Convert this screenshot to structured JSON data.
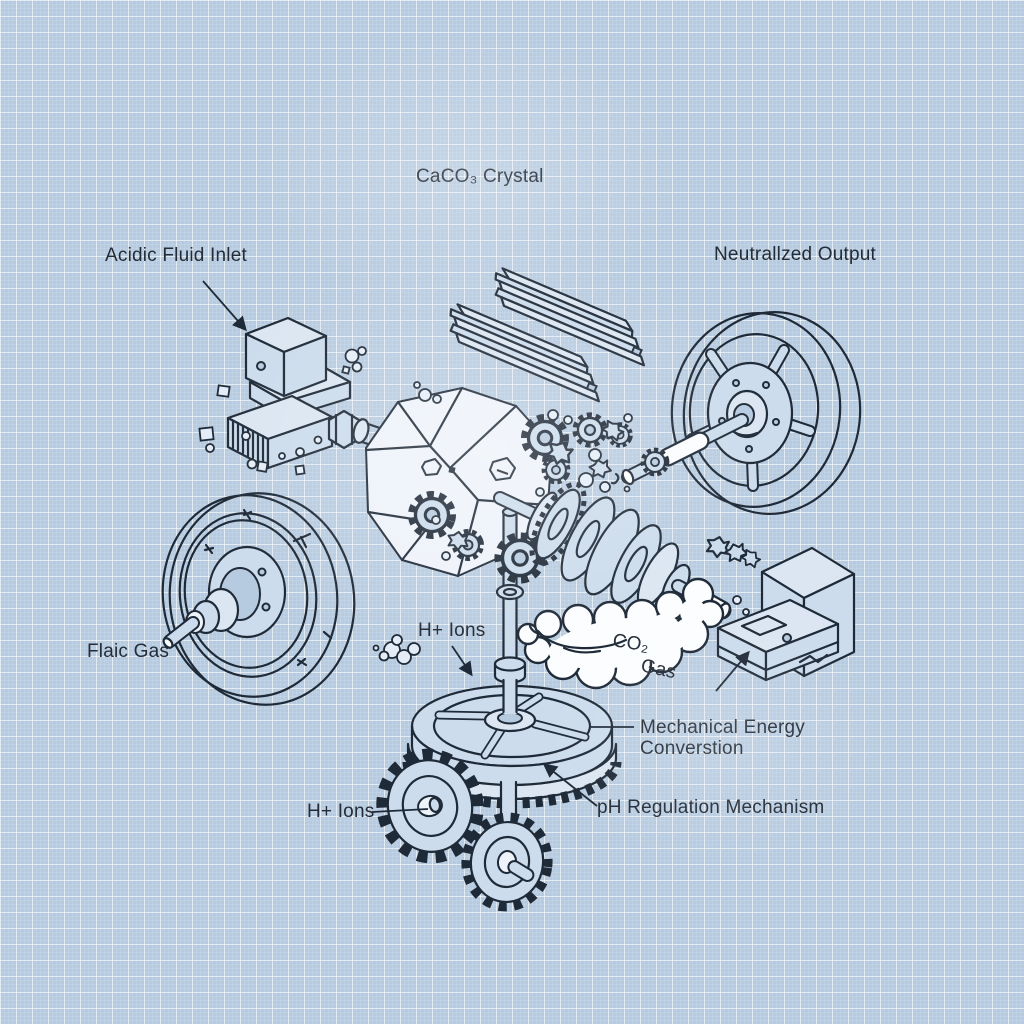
{
  "canvas": {
    "background": "#b7cbe0",
    "grid_line": "#ffffff",
    "ink": "#1f2a38",
    "part_fill": "#ccdcec",
    "cloud_fill": "#fbfdfe"
  },
  "labels": {
    "caco3": "CaCO₃ Crystal",
    "acidic_inlet": "Acidic Fluid Inlet",
    "neutralized_output": "Neutrallzed Output",
    "flaic_gas": "Flaic Gas",
    "h_ions_center": "H+ Ions",
    "co2": "CO₂",
    "gas": "Gas",
    "mechanical_energy_line1": "Mechanical Energy",
    "mechanical_energy_line2": "Converstion",
    "ph_regulation": "pH Regulation Mechanism",
    "h_ions_bottom": "H+ Ions"
  }
}
